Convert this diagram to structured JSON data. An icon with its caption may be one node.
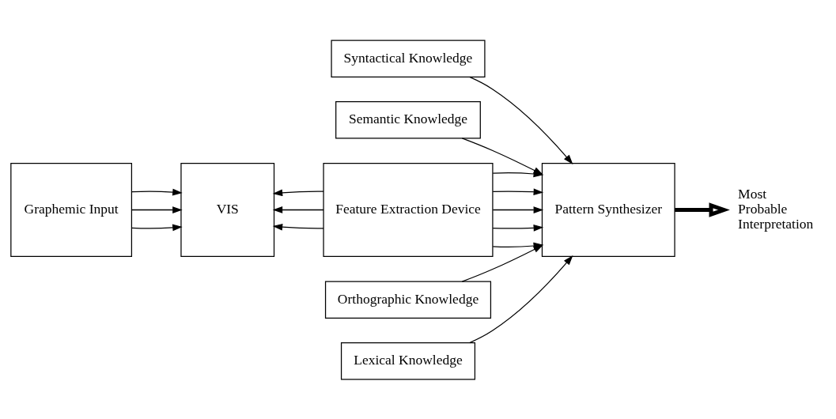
{
  "diagram": {
    "nodes": [
      {
        "text": [
          "Syntactical Knowledge"
        ]
      },
      {
        "text": [
          "Semantic Knowledge"
        ]
      },
      {
        "text": [
          "Graphemic Input"
        ]
      },
      {
        "text": [
          "VIS"
        ]
      },
      {
        "text": [
          "Feature Extraction Device"
        ]
      },
      {
        "text": [
          "Pattern Synthesizer"
        ]
      },
      {
        "text": [
          "Most Probable Interpretation"
        ]
      },
      {
        "text": [
          "Orthographic Knowledge"
        ]
      },
      {
        "text": [
          "Lexical Knowledge"
        ]
      }
    ],
    "edges": [
      {
        "from": 2,
        "to": 3,
        "arrow": "to"
      },
      {
        "from": 2,
        "to": 3,
        "arrow": "to"
      },
      {
        "from": 2,
        "to": 3,
        "arrow": "to"
      },
      {
        "from": 4,
        "to": 3,
        "arrow": "to"
      },
      {
        "from": 4,
        "to": 3,
        "arrow": "to"
      },
      {
        "from": 4,
        "to": 3,
        "arrow": "to"
      },
      {
        "from": 4,
        "to": 5,
        "arrow": "to"
      },
      {
        "from": 4,
        "to": 5,
        "arrow": "to"
      },
      {
        "from": 4,
        "to": 5,
        "arrow": "to"
      },
      {
        "from": 4,
        "to": 5,
        "arrow": "to"
      },
      {
        "from": 4,
        "to": 5,
        "arrow": "to"
      },
      {
        "from": 0,
        "to": 5,
        "arrow": "to"
      },
      {
        "from": 1,
        "to": 5,
        "arrow": "to"
      },
      {
        "from": 7,
        "to": 5,
        "arrow": "to"
      },
      {
        "from": 8,
        "to": 5,
        "arrow": "to"
      },
      {
        "from": 5,
        "to": 6,
        "arrow": "to",
        "style": "thick"
      }
    ]
  }
}
